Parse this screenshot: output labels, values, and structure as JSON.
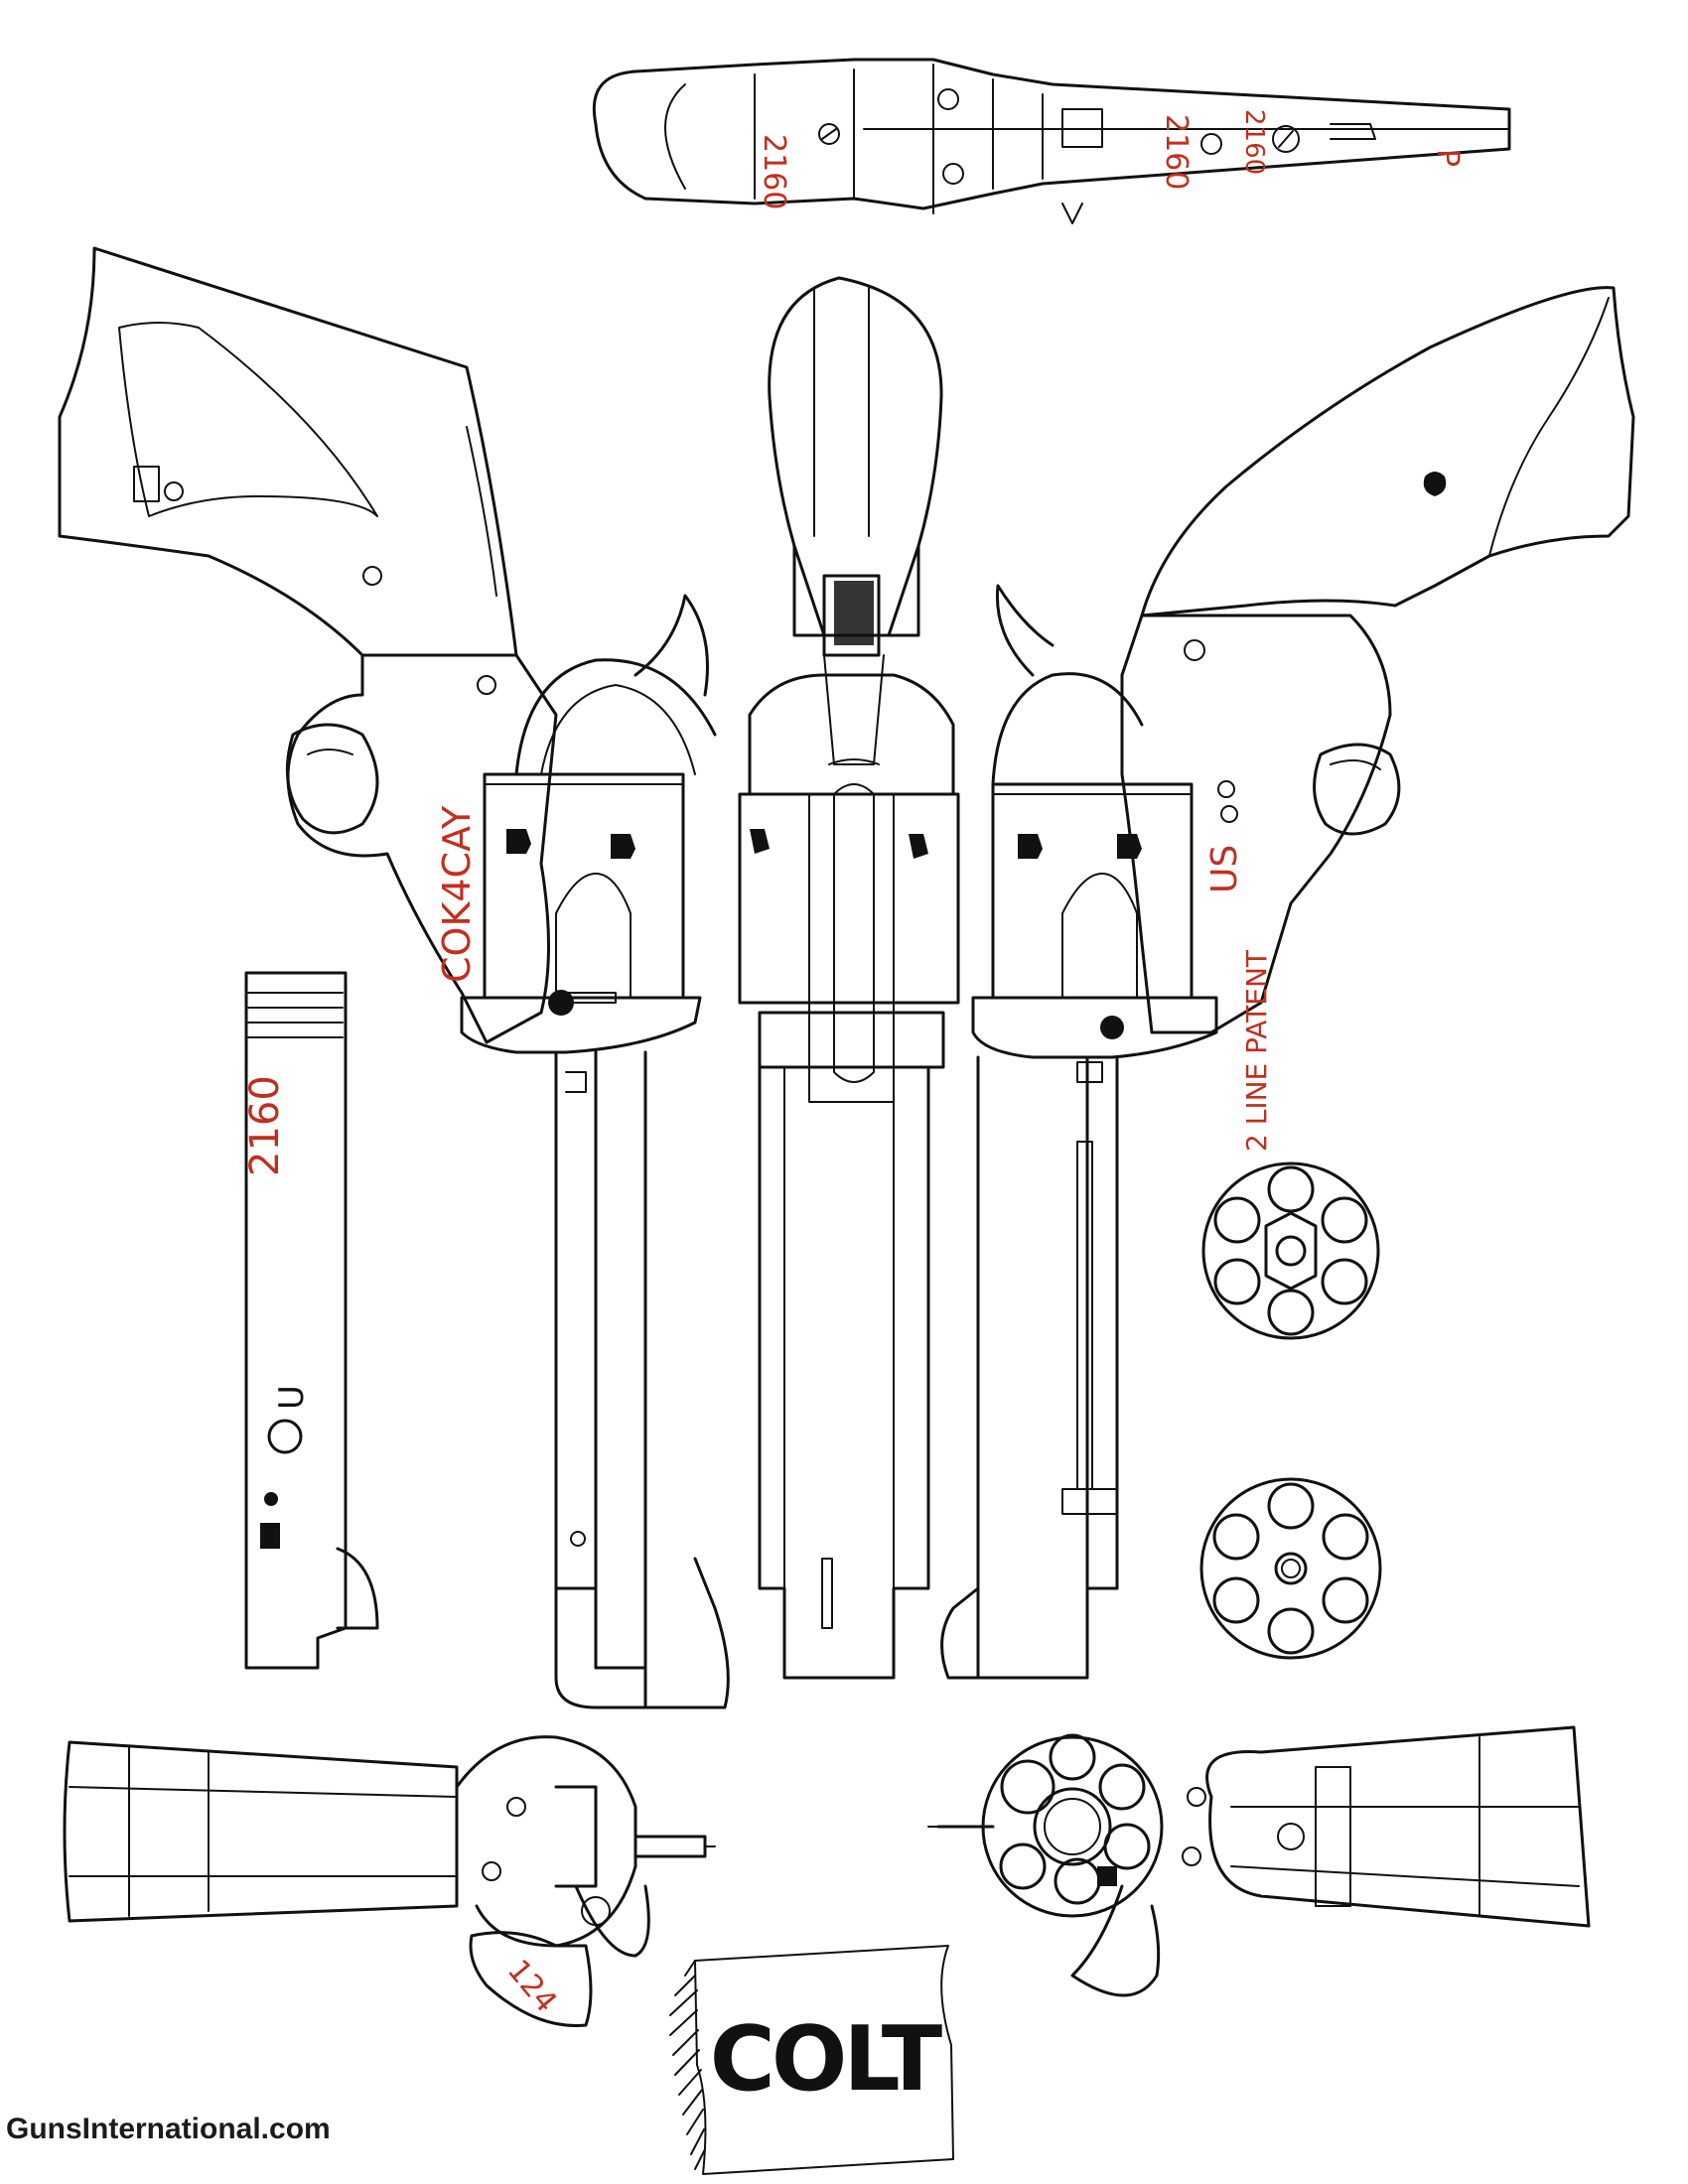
{
  "markings": {
    "top_grip_serial": "2160",
    "top_frame_serial": "2160",
    "top_cylinder_serial": "2160",
    "top_p_mark": "P",
    "frame_left_stamp": "COK4CAY",
    "frame_right_stamp": "US",
    "ejector_serial": "2160",
    "ejector_u_mark": "U",
    "patent_note": "2 LINE PATENT",
    "grip_bottom_number": "124"
  },
  "logo": {
    "text": "COLT",
    "color": "#111111"
  },
  "watermark": "GunsInternational.com",
  "colors": {
    "ink": "#111111",
    "annotation_red": "#c0301e",
    "paper": "#ffffff"
  }
}
